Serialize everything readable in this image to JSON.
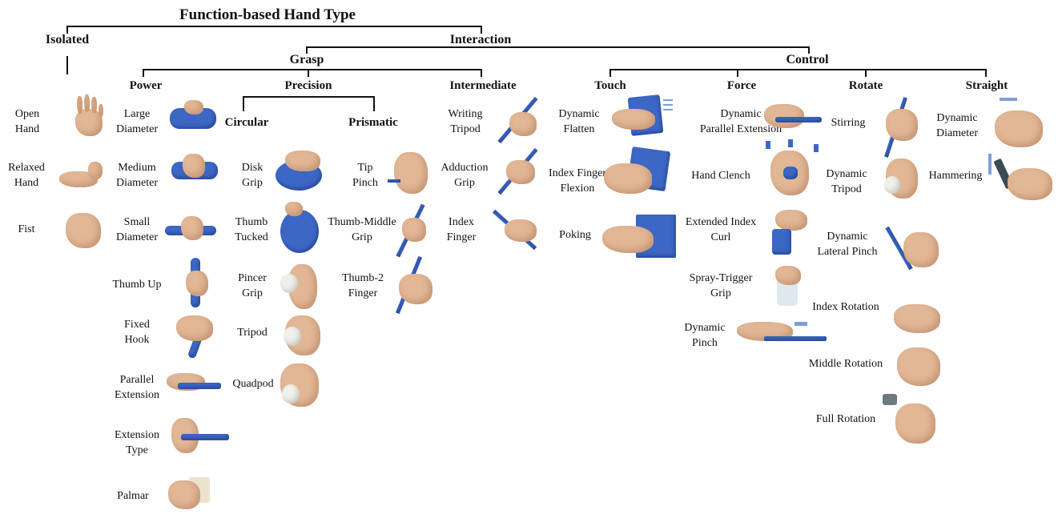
{
  "title": "Function-based Hand Type",
  "categories": {
    "isolated": "Isolated",
    "interaction": "Interaction",
    "grasp": "Grasp",
    "control": "Control",
    "power": "Power",
    "precision": "Precision",
    "intermediate": "Intermediate",
    "circular": "Circular",
    "prismatic": "Prismatic",
    "touch": "Touch",
    "force": "Force",
    "rotate": "Rotate",
    "straight": "Straight"
  },
  "hand_types": {
    "isolated": [
      "Open\nHand",
      "Relaxed\nHand",
      "Fist"
    ],
    "power": [
      "Large\nDiameter",
      "Medium\nDiameter",
      "Small\nDiameter",
      "Thumb Up",
      "Fixed\nHook",
      "Parallel\nExtension",
      "Extension\nType",
      "Palmar"
    ],
    "circular": [
      "Disk\nGrip",
      "Thumb\nTucked",
      "Pincer\nGrip",
      "Tripod",
      "Quadpod"
    ],
    "prismatic": [
      "Tip\nPinch",
      "Thumb-Middle\nGrip",
      "Thumb-2\nFinger"
    ],
    "intermediate": [
      "Writing\nTripod",
      "Adduction\nGrip",
      "Index\nFinger"
    ],
    "touch": [
      "Dynamic\nFlatten",
      "Index Finger\nFlexion",
      "Poking"
    ],
    "force": [
      "Dynamic\nParallel Extension",
      "Hand Clench",
      "Extended Index\nCurl",
      "Spray-Trigger\nGrip",
      "Dynamic\nPinch"
    ],
    "rotate": [
      "Stirring",
      "Dynamic\nTripod",
      "Dynamic\nLateral Pinch",
      "Index Rotation",
      "Middle Rotation",
      "Full Rotation"
    ],
    "straight": [
      "Dynamic\nDiameter",
      "Hammering"
    ]
  },
  "colors": {
    "line": "#111111",
    "object_blue": "#3d67c4",
    "skin": "#e2b796",
    "motion_marks": "#7f9ed8"
  }
}
